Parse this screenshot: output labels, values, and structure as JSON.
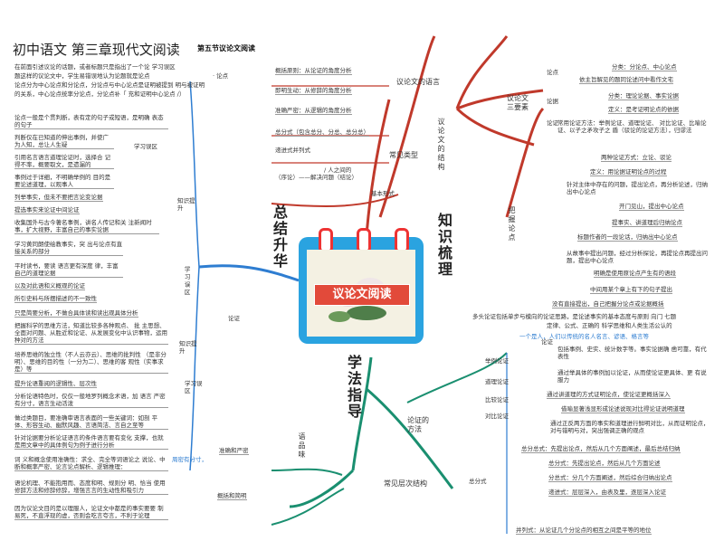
{
  "header": {
    "title": "初中语文 第三章现代文阅读",
    "subtitle": "第五节议论文阅读"
  },
  "intro": [
    "在前面引述议论的话题，或者标题只是指出了一个论 学习误区",
    "题这样的议论文中，学生易错误地认为论题就是论点",
    "论点分为中心论点和分论点，分论点与中心论点是证明被提到 明与被证明",
    "的关系，中心论点统率分论点，分论点补「    充和证明中心论点 /）"
  ],
  "intro_tag": "· 论点",
  "center": {
    "card_label": "议论文阅读",
    "top_branch": "知识梳理",
    "left_branch": "总结升华",
    "bottom_branch": "学法指导",
    "bottom_left_branch": "语品味"
  },
  "top_left": {
    "items": [
      "概括原则：从论证的角度分析",
      "即明生动：从修辞的角度分析",
      "准确严密：从逻辑的角度分析",
      "总分式（包含总分、分总、总分总）",
      "递进式并列式",
      "（序论）——解决问题（结论）"
    ],
    "tags": [
      "议论文的语言",
      "常见类型",
      "基本形式",
      "议论文的结构"
    ],
    "intro_line": "/ 人之间的"
  },
  "top_right": {
    "elements_label": "议论文三要素",
    "groups": [
      "论点",
      "论据",
      "论证"
    ],
    "items": [
      "分类：分论点、中心论点",
      "依主旨解见的题同论述问中看作文宅",
      "分类：理论论据、事实论据",
      "定义：是考证明论点的依据",
      "常用论证方法：举例论证、道理论证、 对比论证、比喻论证、以子之矛攻子之 盾（驳论的论证方法），归谬法",
      "两种论证方式：立论、驳论",
      "定义：用论据证明论点的过程",
      "针对主体中存在的问题，提出论点，再分析论述，归纳出中心论点",
      "开门见山，提出中心论点",
      "提事实、讲道理后归纳论点",
      "标题作者的一段论话，归纳出中心论点",
      "从故事中提出问题，经过分析探论，再提论点再提出问题，提出中心论点",
      "明确是使用原论点产生有的语段",
      "中间用某个章上有下的句子提出",
      "没有直接提出，自己把握分论点或论据概括"
    ],
    "grasp_label": "把握论点",
    "method_line": "多头论证包括单步与模向的论证思路，是论述事实的基本态度与原则 向门 七题",
    "method_line2": "定律、公式、正确的 科学思维和人类生活公认的",
    "method_line3": "一个是人，人们以传统的名人名言、谚语、格言等"
  },
  "left": {
    "rows": [
      "论点一般是个贯判断，表有定的句子或短语，是明确 表态的句子",
      "判断仅在已知道的伸出事例，并使广为人知，总让人生疑",
      "引用名言语言道理论证时，选择合 记得不率，概要取文，是遗漏的",
      "事例过于详细，不明确举例的 目的是要论述道理，以观事人",
      "列举事实，但未不要把言论变论据",
      "提选事实来论证中间论证",
      "收集国外与古今著名事例，讲名人传记和关 注新闻时事，扩大视野，丰富自己的事实论据",
      "学习黄同朗使绘教事实，突 出与论点有直接关系的部分",
      "平时读书，要读 语言更有深度 律，丰富自己的道理论据",
      "以及对此语和义概观的论证",
      "所引史料与所摆描述的不一致性",
      "只是简要分析，不做合具体读和读出观具体分析",
      "把握科学的思维方法，知道比较多各种观点、 批 主思想、全面对问题、从胜近和论证、从发展变化中认识事物，运用种对的方法",
      "培养思维的独立性（不人云亦云）、思维的批判性 （是非分明）、思维的目的性（一分为二）、思维的客 观性（实事求是）等",
      "提升论语重阅的逻辑性、层次性",
      "分析论语特色时，仅仅一般地罗列概念术语，加 语言 严密有分寸，语言生动活泼"
    ],
    "tags": [
      "学习误区",
      "知识提升",
      "学习误区",
      "论证",
      "知识提升",
      "学习误区"
    ],
    "rows2": [
      "做过类题目，要准确审语言表面的一些关键词：如剖 平 体、形容生动、幽默风趣、言语简洁、言自之至等",
      "针对论据要分析论证语言的条件语言要有变化 支撑，也就是用文章中的具体例句为例子进行分析",
      "词 义和概念使用准确性：求全、完全等词语论之 说论、中断和概率严密、论言论点解析、逻辑推理："
    ],
    "bottom_rows": [
      "语论机理、不能抱用而、态度和明、规则分 明、恰当 使用修辞方法和修辞修辞，增强言言的生动性和吸引力",
      "因为议论文目的是以理服人，论证文中都是的事实要要 制易死，不直浮现的虚，否则会吃言夸言，不利于论理"
    ],
    "bottom_tags": [
      "周密有分寸，",
      "准确和严密",
      "概括和简明"
    ]
  },
  "bottom_right": {
    "label_a": "论证的方法",
    "label_b": "常见层次结构",
    "label_c": "总分式",
    "label_d": "论证",
    "items": [
      "举例论证",
      "道理论证",
      "比较论证",
      "对比论证",
      "包括事例、史实、统计数字等。事实论据确 凿可靠，有代表性",
      "通过举具体的事例加以论证，从而使论证更具体、更 有说服力",
      "通过讲道理的方式证明论点，使论证更概括深入",
      "借喻显著浅显形成论述说现对比得论证说明道理",
      "通过正反两方面的事实和道理进行鲜明对比，从而证明论点，对与错明与对，突出强调正确的观点",
      "总分总式：先提出论点，然后从几个方面阐述，最后总结归纳",
      "总分式：先提出论点，然后从几个方面论述",
      "分总式：分几个方面阐述，然后综合归纳出论点",
      "递进式：层层深入，由表及里，逐层深入论证",
      "并列式：从论证几个分论点的相互之间是平等的地位"
    ]
  }
}
